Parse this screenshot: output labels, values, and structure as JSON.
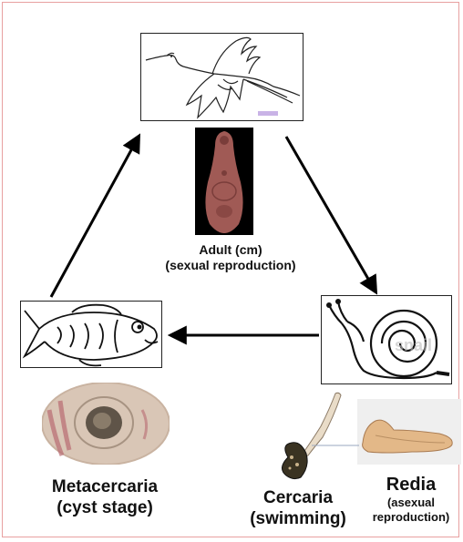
{
  "stages": {
    "adult": {
      "title": "Adult (cm)",
      "subtitle": "(sexual reproduction)"
    },
    "redia": {
      "title": "Redia",
      "subtitle_1": "(asexual",
      "subtitle_2": "reproduction)"
    },
    "cercaria": {
      "title": "Cercaria",
      "subtitle": "(swimming)"
    },
    "metacercaria": {
      "title": "Metacercaria",
      "subtitle": "(cyst stage)"
    }
  },
  "watermark": "snail",
  "colors": {
    "frame": "#e8a0a0",
    "arrow": "#000000",
    "worm": "#a05a55"
  }
}
